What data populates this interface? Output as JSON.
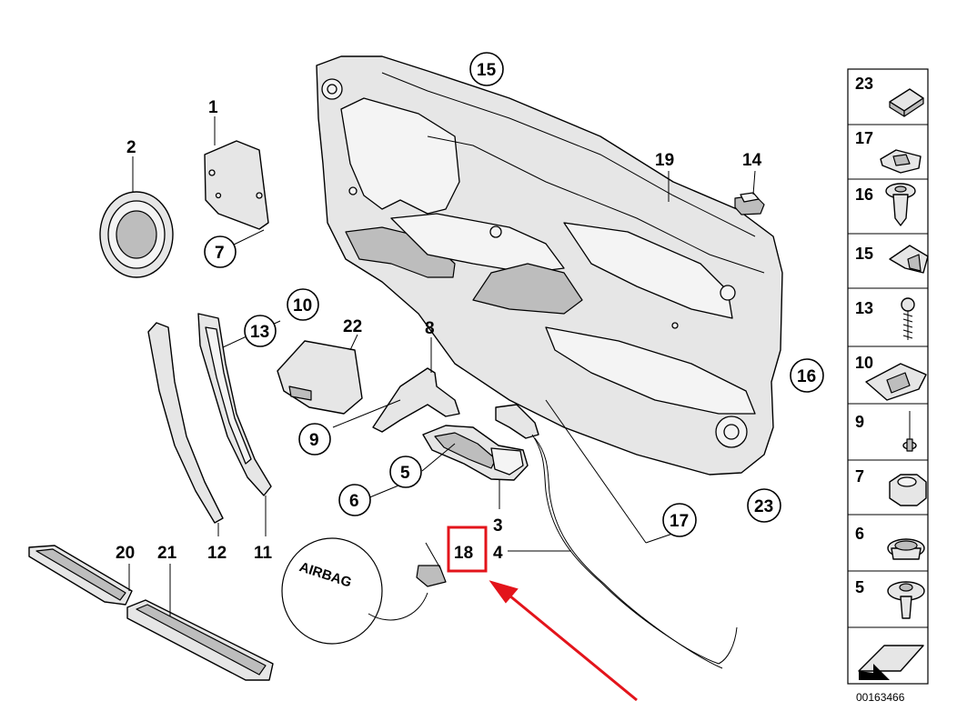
{
  "callouts": {
    "p1": "1",
    "p2": "2",
    "p3": "3",
    "p4": "4",
    "p5": "5",
    "p6": "6",
    "p7": "7",
    "p8": "8",
    "p9": "9",
    "p10": "10",
    "p11": "11",
    "p12": "12",
    "p13": "13",
    "p14": "14",
    "p15": "15",
    "p16": "16",
    "p17": "17",
    "p18": "18",
    "p19": "19",
    "p20": "20",
    "p21": "21",
    "p22": "22",
    "p23": "23"
  },
  "airbag_label": "AIRBAG",
  "legend_items": [
    "23",
    "17",
    "16",
    "15",
    "13",
    "10",
    "9",
    "7",
    "6",
    "5"
  ],
  "catalog_number": "00163466",
  "highlight": {
    "label": "18",
    "color": "#e3141b"
  }
}
